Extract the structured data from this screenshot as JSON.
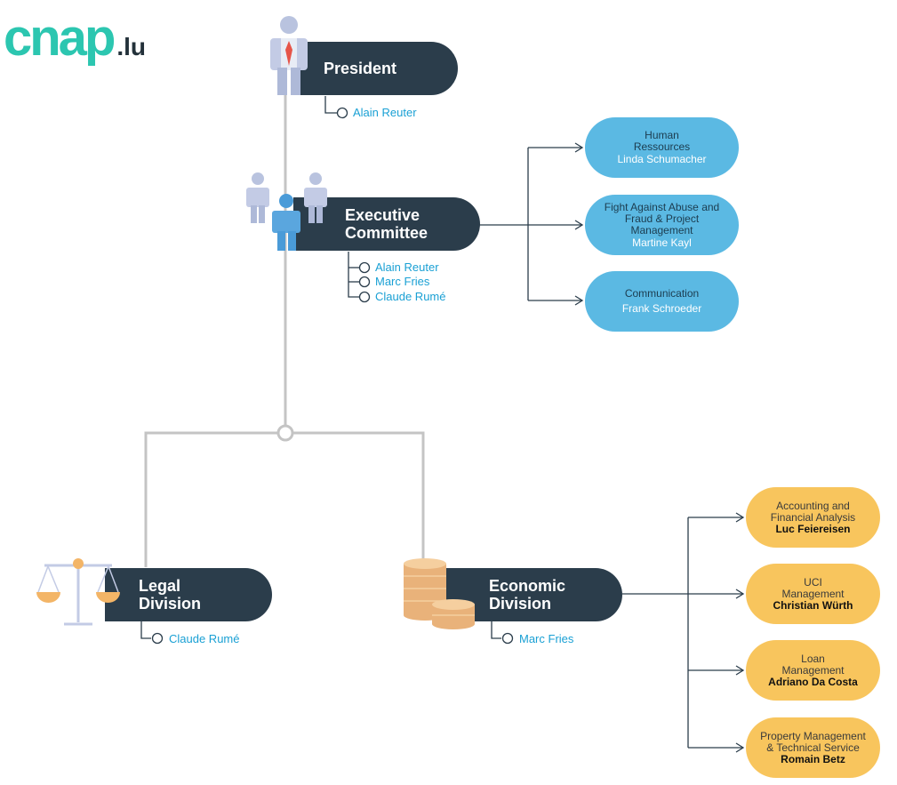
{
  "logo": {
    "main": "cnap",
    "tld": ".lu"
  },
  "president": {
    "title": "President",
    "members": [
      "Alain Reuter"
    ]
  },
  "executive": {
    "title_line1": "Executive",
    "title_line2": "Committee",
    "members": [
      "Alain Reuter",
      "Marc Fries",
      "Claude Rumé"
    ]
  },
  "exec_units": [
    {
      "name_lines": [
        "Human",
        "Ressources"
      ],
      "head": "Linda Schumacher"
    },
    {
      "name_lines": [
        "Fight Against Abuse and",
        "Fraud & Project",
        "Management"
      ],
      "head": "Martine Kayl"
    },
    {
      "name_lines": [
        "Communication"
      ],
      "head": "Frank Schroeder"
    }
  ],
  "legal": {
    "title_line1": "Legal",
    "title_line2": "Division",
    "members": [
      "Claude Rumé"
    ]
  },
  "economic": {
    "title_line1": "Economic",
    "title_line2": "Division",
    "members": [
      "Marc Fries"
    ]
  },
  "econ_units": [
    {
      "name_lines": [
        "Accounting and",
        "Financial Analysis"
      ],
      "head": "Luc Feiereisen"
    },
    {
      "name_lines": [
        "UCI",
        "Management"
      ],
      "head": "Christian Würth"
    },
    {
      "name_lines": [
        "Loan",
        "Management"
      ],
      "head": "Adriano Da Costa"
    },
    {
      "name_lines": [
        "Property Management",
        "& Technical Service"
      ],
      "head": "Romain Betz"
    }
  ],
  "colors": {
    "pill": "#2b3d4b",
    "blue_unit": "#5bb9e3",
    "yellow_unit": "#f8c55d",
    "member_text": "#1aa0d4",
    "trunk": "#c4c4c4",
    "connector": "#2b3d4b"
  },
  "icons": [
    "president-person-icon",
    "committee-people-icon",
    "scales-icon",
    "coins-icon"
  ]
}
